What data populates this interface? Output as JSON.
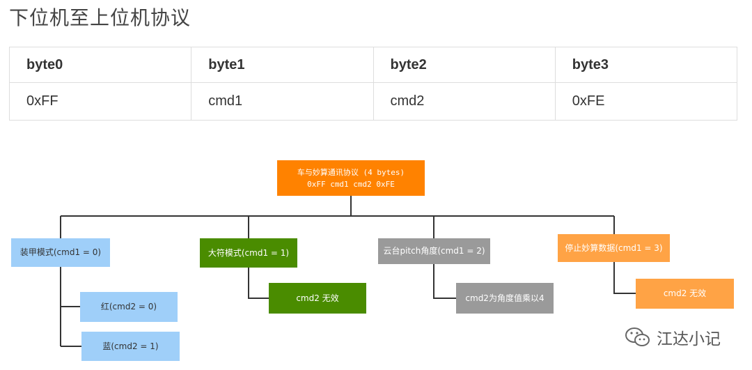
{
  "title": "下位机至上位机协议",
  "table": {
    "headers": [
      "byte0",
      "byte1",
      "byte2",
      "byte3"
    ],
    "row": [
      "0xFF",
      "cmd1",
      "cmd2",
      "0xFE"
    ]
  },
  "diagram": {
    "root": {
      "line1": "车与妙算通讯协议 (4 bytes)",
      "line2": "0xFF cmd1 cmd2 0xFE"
    },
    "armor": {
      "label": "装甲模式(cmd1 = 0)",
      "children": [
        "红(cmd2 = 0)",
        "蓝(cmd2 = 1)"
      ]
    },
    "rune": {
      "label": "大符模式(cmd1 = 1)",
      "child": "cmd2 无效"
    },
    "pitch": {
      "label": "云台pitch角度(cmd1 = 2)",
      "child": "cmd2为角度值乘以4"
    },
    "stop": {
      "label": "停止妙算数据(cmd1 = 3)",
      "child": "cmd2 无效"
    }
  },
  "watermark": {
    "text": "江达小记",
    "icon": "wechat-icon"
  },
  "colors": {
    "orange": "#ff8200",
    "light_orange": "#ffa345",
    "blue": "#9fcff9",
    "green": "#4a8c00",
    "gray": "#9a9a9a"
  }
}
